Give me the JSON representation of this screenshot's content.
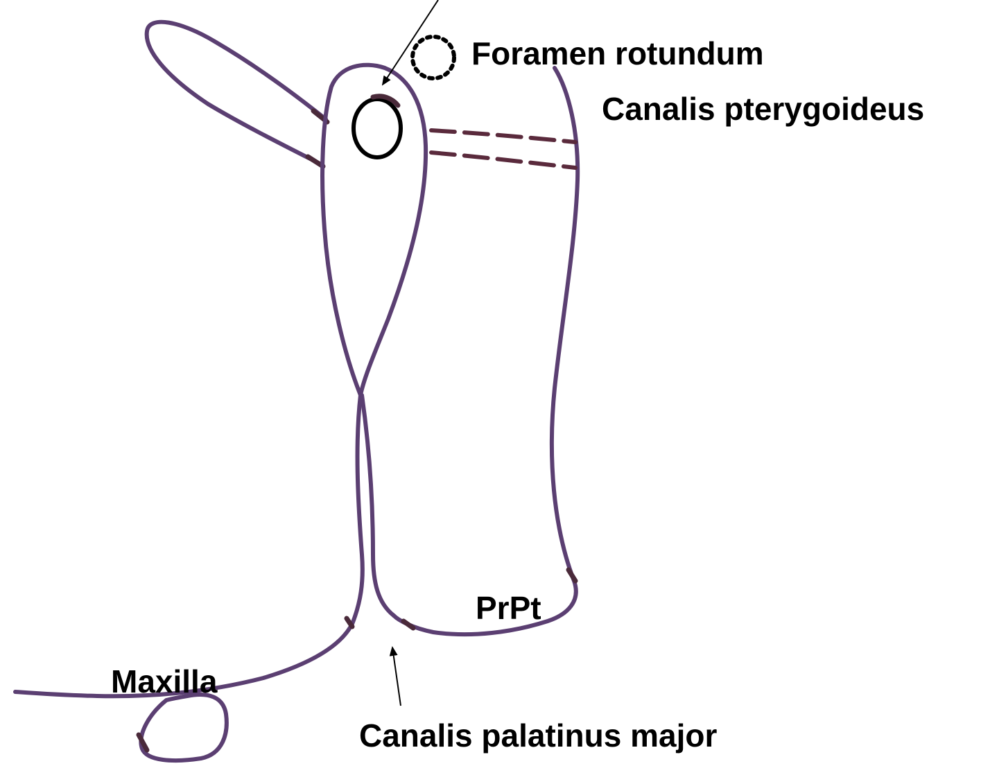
{
  "labels": {
    "foramen_rotundum": "Foramen rotundum",
    "canalis_pterygoideus": "Canalis pterygoideus",
    "prpt": "PrPt",
    "maxilla": "Maxilla",
    "canalis_palatinus_major": "Canalis palatinus major"
  },
  "colors": {
    "outline": "#5b3f72",
    "dashed_canal": "#5a2a3c",
    "marks": "#000000",
    "background": "#ffffff"
  }
}
